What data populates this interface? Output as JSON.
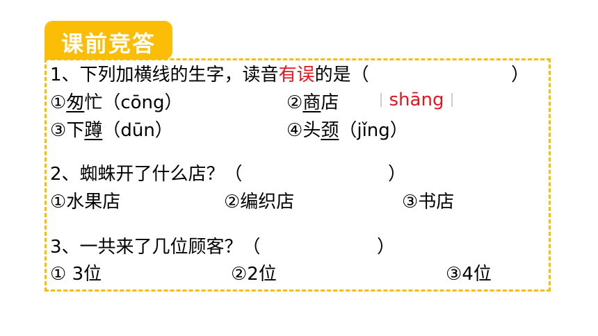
{
  "tab": {
    "label": "课前竞答"
  },
  "q1": {
    "prefix": "1、下列加横线的生字，读音",
    "highlight": "有误",
    "suffix": "的是（",
    "close": "）",
    "opt1": {
      "num": "①",
      "u": "匆",
      "rest": "忙（cōng）"
    },
    "opt2": {
      "num": "②",
      "u": "商",
      "rest": "店"
    },
    "opt2_pinyin": "shāng",
    "opt3": {
      "num": "③",
      "pre": "下",
      "u": "蹲",
      "rest": "（dūn）"
    },
    "opt4": {
      "num": "④",
      "pre": "头",
      "u": "颈",
      "rest": "（jǐng）"
    }
  },
  "q2": {
    "text": "2、蜘蛛开了什么店？（",
    "close": "）",
    "opt1": "①水果店",
    "opt2": "②编织店",
    "opt3": "③书店"
  },
  "q3": {
    "text": "3、一共来了几位顾客？（",
    "close": "）",
    "opt1": "① 3位",
    "opt2": "②2位",
    "opt3": "③4位"
  },
  "colors": {
    "accent": "#fcbd06",
    "highlight": "#e8151f"
  }
}
